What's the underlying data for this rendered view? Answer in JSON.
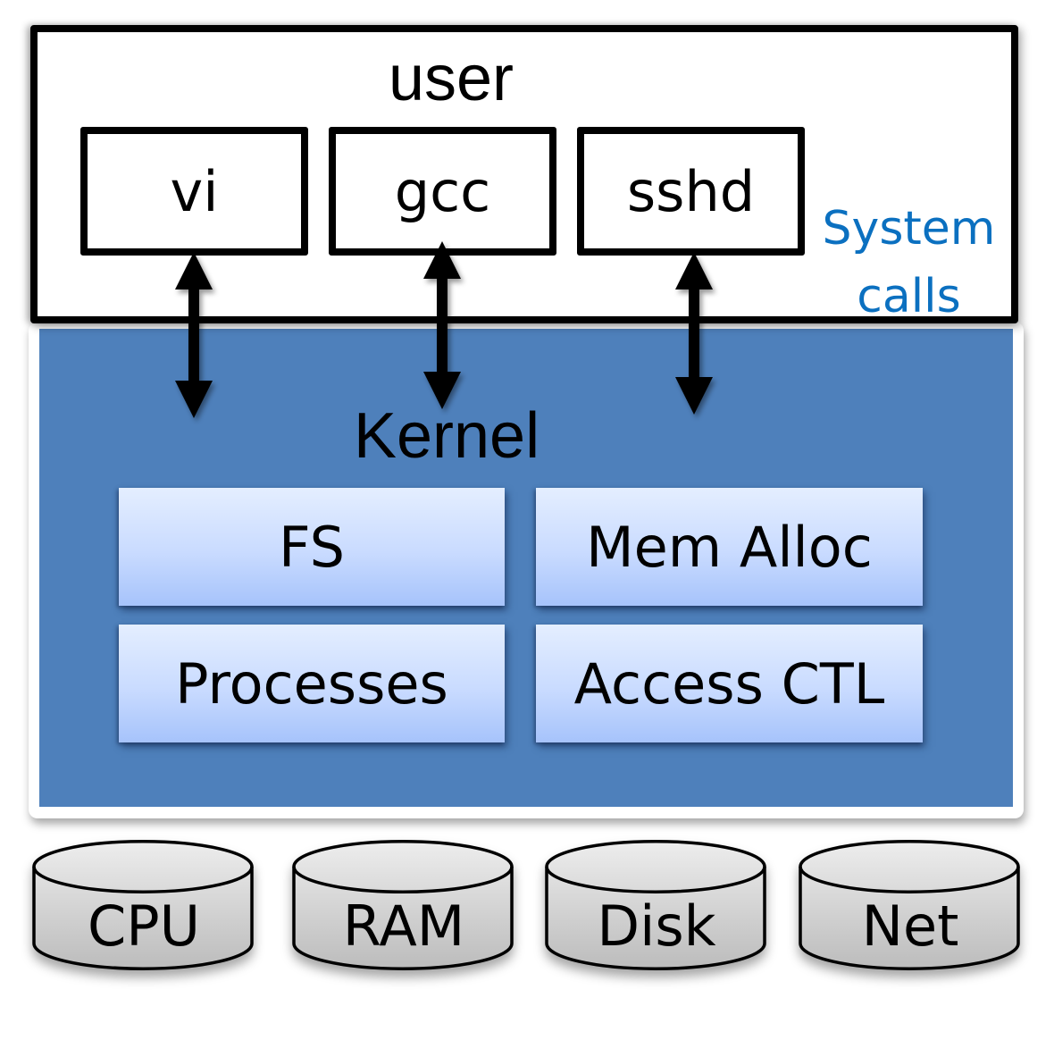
{
  "user_space": {
    "label": "user",
    "processes": [
      {
        "name": "vi"
      },
      {
        "name": "gcc"
      },
      {
        "name": "sshd"
      }
    ],
    "background_color": "#ffffff",
    "border_color": "#000000"
  },
  "system_calls": {
    "label_line1": "System",
    "label_line2": "calls",
    "color": "#0b70c0"
  },
  "kernel": {
    "label": "Kernel",
    "background_color": "#4e80bb",
    "modules": [
      {
        "name": "FS"
      },
      {
        "name": "Mem Alloc"
      },
      {
        "name": "Processes"
      },
      {
        "name": "Access CTL"
      }
    ],
    "module_gradient": [
      "#e4eeff",
      "#a6c3fb"
    ]
  },
  "hardware": {
    "resources": [
      {
        "name": "CPU"
      },
      {
        "name": "RAM"
      },
      {
        "name": "Disk"
      },
      {
        "name": "Net"
      }
    ],
    "cylinder_gradient": [
      "#ececec",
      "#bdbdbd"
    ]
  },
  "connections": [
    {
      "from": "vi",
      "to": "Kernel",
      "type": "bidirectional-arrow"
    },
    {
      "from": "gcc",
      "to": "Kernel",
      "type": "bidirectional-arrow"
    },
    {
      "from": "sshd",
      "to": "Kernel",
      "type": "bidirectional-arrow"
    }
  ]
}
